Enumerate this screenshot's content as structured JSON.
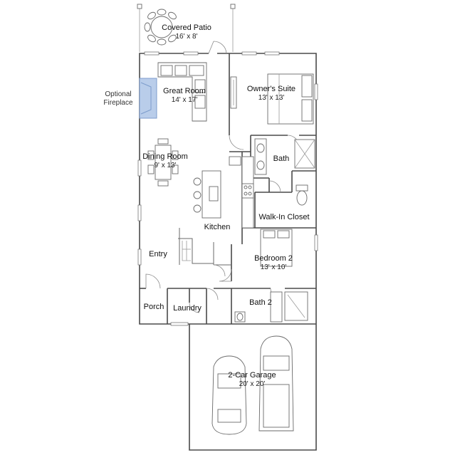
{
  "rooms": {
    "covered_patio": {
      "name": "Covered Patio",
      "dim": "16' x 8'"
    },
    "great_room": {
      "name": "Great Room",
      "dim": "14' x 17'"
    },
    "owners_suite": {
      "name": "Owner's Suite",
      "dim": "13' x 13'"
    },
    "dining_room": {
      "name": "Dining Room",
      "dim": "9' x 13'"
    },
    "bath": {
      "name": "Bath"
    },
    "walk_in_closet": {
      "name": "Walk-In Closet"
    },
    "kitchen": {
      "name": "Kitchen"
    },
    "entry": {
      "name": "Entry"
    },
    "bedroom_2": {
      "name": "Bedroom 2",
      "dim": "13' x 10'"
    },
    "porch": {
      "name": "Porch"
    },
    "laundry": {
      "name": "Laundry"
    },
    "bath_2": {
      "name": "Bath 2"
    },
    "garage": {
      "name": "2-Car Garage",
      "dim": "20' x 20'"
    }
  },
  "options": {
    "fireplace": {
      "line1": "Optional",
      "line2": "Fireplace",
      "color": "#b9cdea"
    }
  },
  "colors": {
    "walls": "#4a4a4a",
    "option_fill": "#b9cdea",
    "option_stroke": "#7d9ccc"
  }
}
